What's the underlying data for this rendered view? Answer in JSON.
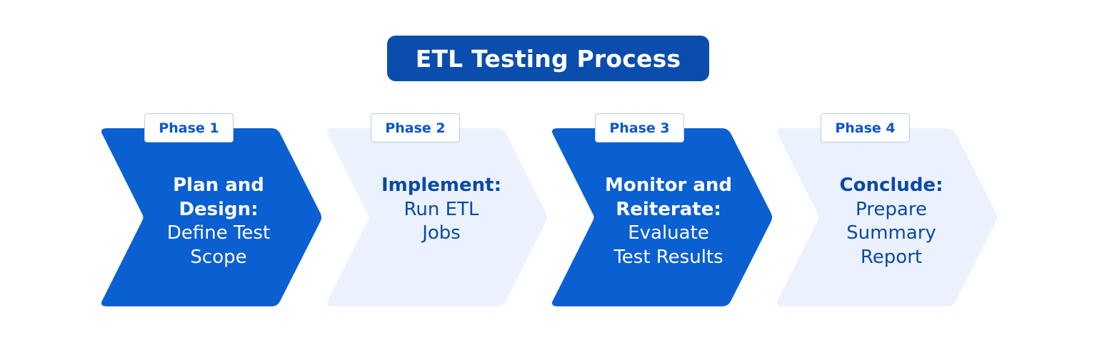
{
  "title": "ETL Testing Process",
  "colors": {
    "dark_fill": "#0a5fd1",
    "light_fill": "#ebf2fd",
    "dark_text": "#0a4aa3",
    "title_fill": "#0a4dac"
  },
  "phases": [
    {
      "badge": "Phase 1",
      "head": "Plan and\nDesign:",
      "body": "Define Test\nScope",
      "style": "dark"
    },
    {
      "badge": "Phase 2",
      "head": "Implement:",
      "body": "Run ETL\nJobs",
      "style": "light"
    },
    {
      "badge": "Phase 3",
      "head": "Monitor and\nReiterate:",
      "body": "Evaluate\nTest Results",
      "style": "dark"
    },
    {
      "badge": "Phase 4",
      "head": "Conclude:",
      "body": "Prepare\nSummary\nReport",
      "style": "light"
    }
  ]
}
